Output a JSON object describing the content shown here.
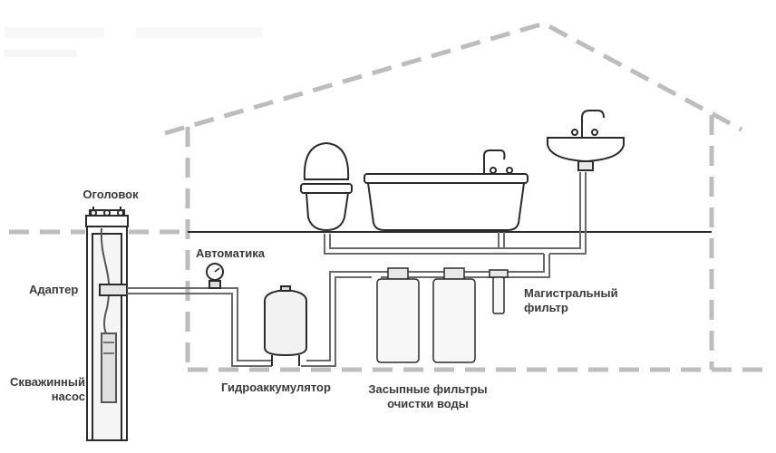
{
  "labels": {
    "ogolovok": "Оголовок",
    "adapter": "Адаптер",
    "avtomatika": "Автоматика",
    "pump_line1": "Скважинный",
    "pump_line2": "насос",
    "accumulator": "Гидроаккумулятор",
    "filters_line1": "Засыпные фильтры",
    "filters_line2": "очистки воды",
    "main_filter_line1": "Магистральный",
    "main_filter_line2": "фильтр"
  },
  "colors": {
    "house_dash": "#bdbdbd",
    "stroke": "#2b2b2b",
    "pipe": "#6a6a6a",
    "ground": "#2b2b2b",
    "label": "#3a3a3a"
  }
}
